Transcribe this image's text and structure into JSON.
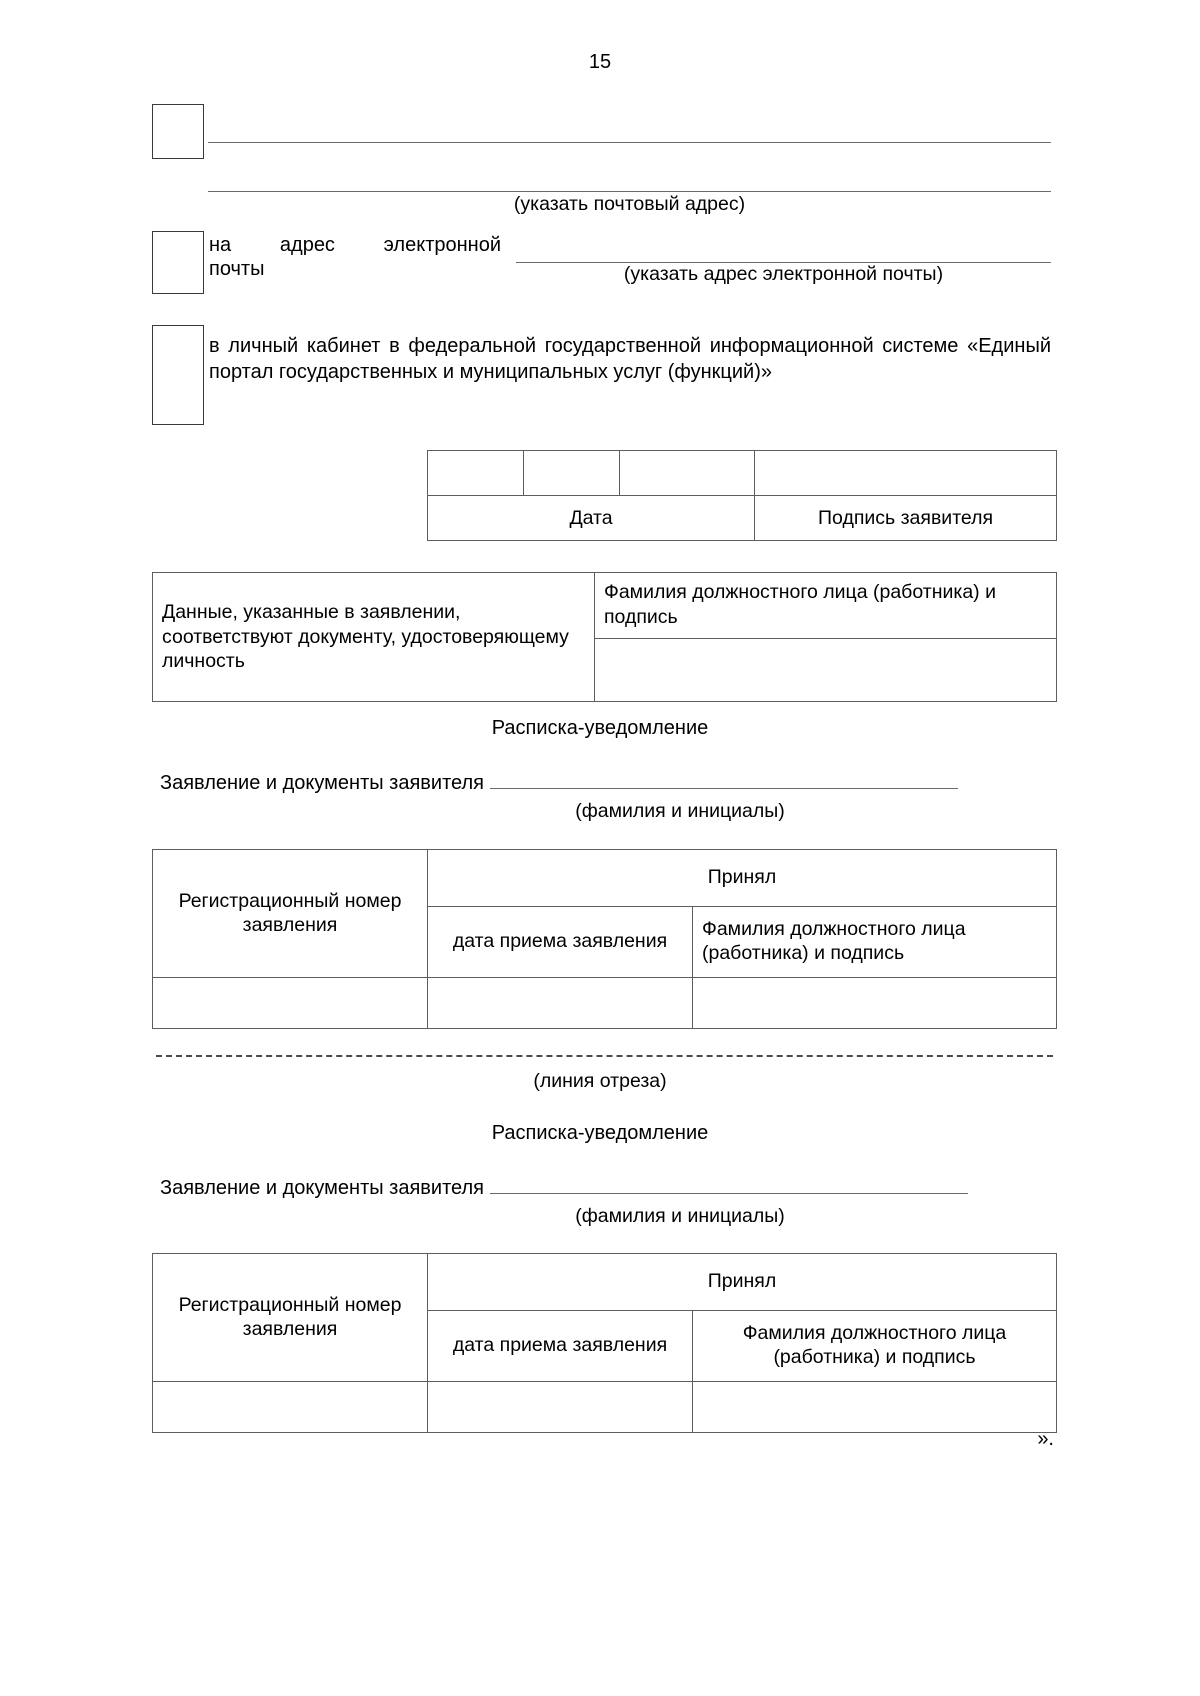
{
  "page": {
    "number": "15",
    "closing_mark": "»."
  },
  "delivery_options": [
    {
      "id": "postal",
      "label": "",
      "caption": "(указать почтовый адрес)"
    },
    {
      "id": "email",
      "label_line_1": "на адрес электронной",
      "label_line_2": "почты",
      "caption": "(указать адрес электронной почты)"
    },
    {
      "id": "cabinet",
      "text": "в личный кабинет    в федеральной государственной информационной системе «Единый портал государственных и муниципальных услуг (функций)»"
    }
  ],
  "date_table": {
    "date_label": "Дата",
    "signature_label": "Подпись заявителя"
  },
  "verify_table": {
    "left_text": "Данные, указанные в заявлении, соответствуют документу, удостоверяющему личность",
    "right_text": "Фамилия должностного лица (работника) и подпись"
  },
  "receipts": [
    {
      "title": "Расписка-уведомление",
      "applicant_label": "Заявление и документы заявителя",
      "initials_caption": "(фамилия и инициалы)",
      "table": {
        "reg_number_header": "Регистрационный номер заявления",
        "accepted_header": "Принял",
        "date_header": "дата приема заявления",
        "name_header": "Фамилия должностного лица (работника) и подпись"
      }
    },
    {
      "title": "Расписка-уведомление",
      "applicant_label": "Заявление и документы заявителя",
      "initials_caption": "(фамилия и инициалы)",
      "table": {
        "reg_number_header": "Регистрационный номер заявления",
        "accepted_header": "Принял",
        "date_header": "дата приема заявления",
        "name_header": "Фамилия должностного лица (работника) и подпись"
      }
    }
  ],
  "cut_line": {
    "caption": "(линия отреза)"
  }
}
